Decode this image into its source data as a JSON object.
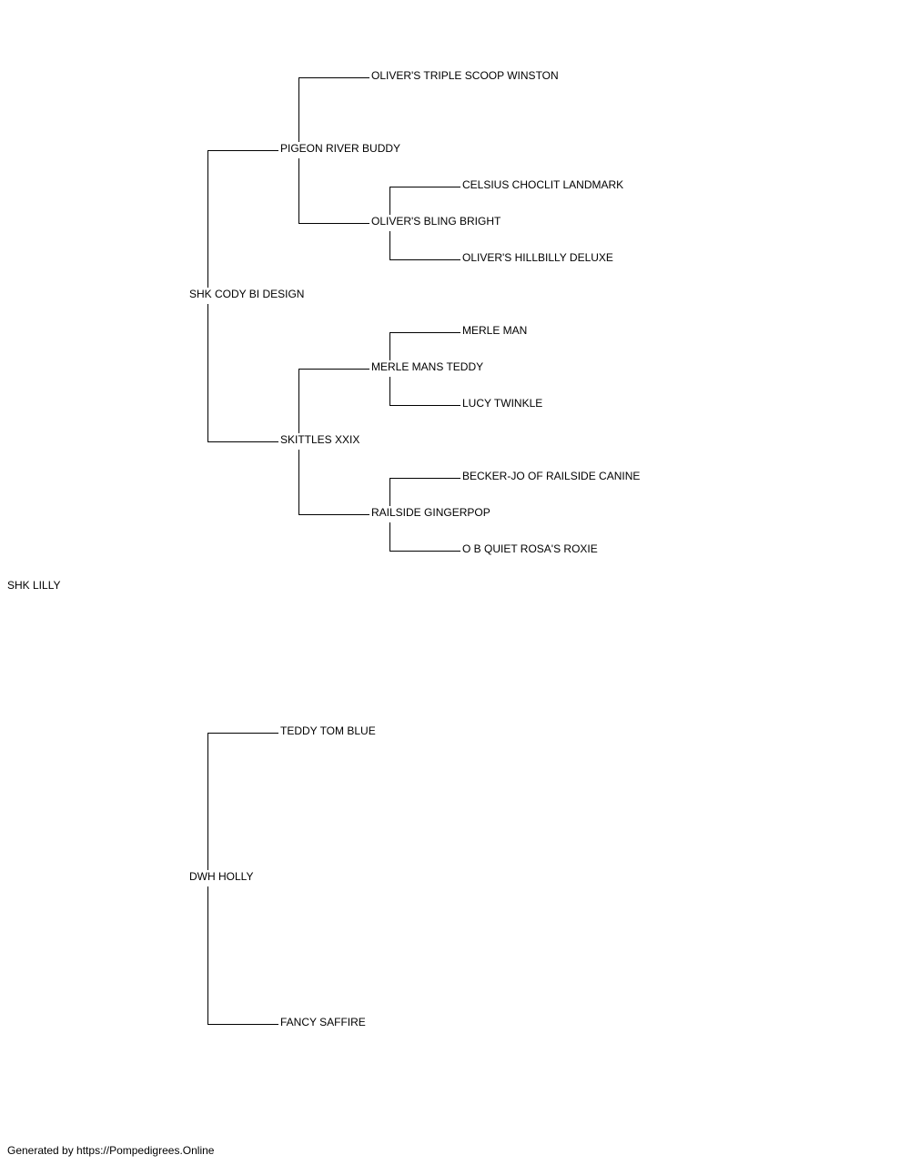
{
  "pedigree": {
    "subject": "SHK LILLY",
    "sire": {
      "name": "SHK CODY BI DESIGN",
      "sire": {
        "name": "PIGEON RIVER BUDDY",
        "sire": {
          "name": "OLIVER'S TRIPLE SCOOP WINSTON"
        },
        "dam": {
          "name": "OLIVER'S BLING BRIGHT",
          "sire": {
            "name": "CELSIUS CHOCLIT LANDMARK"
          },
          "dam": {
            "name": "OLIVER'S HILLBILLY DELUXE"
          }
        }
      },
      "dam": {
        "name": "SKITTLES XXIX",
        "sire": {
          "name": "MERLE MANS TEDDY",
          "sire": {
            "name": "MERLE MAN"
          },
          "dam": {
            "name": "LUCY TWINKLE"
          }
        },
        "dam": {
          "name": "RAILSIDE GINGERPOP",
          "sire": {
            "name": "BECKER-JO OF RAILSIDE CANINE"
          },
          "dam": {
            "name": "O B QUIET ROSA'S ROXIE"
          }
        }
      }
    },
    "dam": {
      "name": "DWH HOLLY",
      "sire": {
        "name": "TEDDY TOM BLUE"
      },
      "dam": {
        "name": "FANCY SAFFIRE"
      }
    }
  },
  "footer": "Generated by https://Pompedigrees.Online"
}
